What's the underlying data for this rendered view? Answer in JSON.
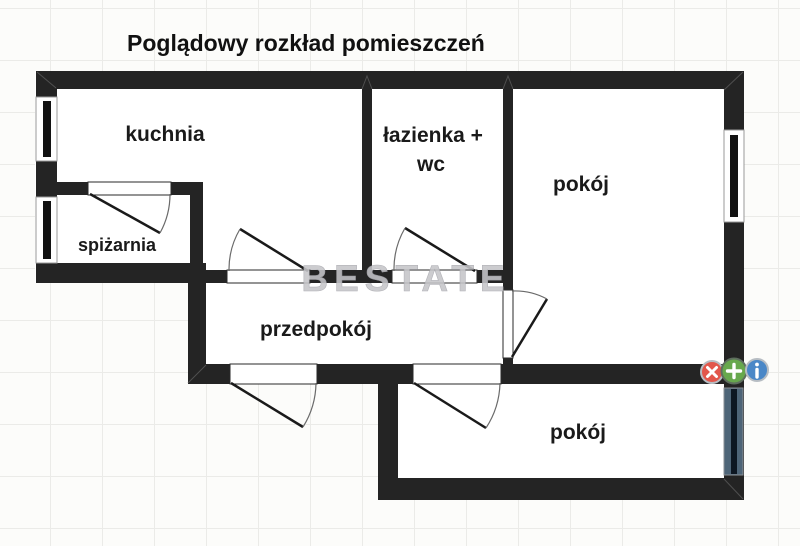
{
  "title": "Poglądowy rozkład pomieszczeń",
  "watermark": "BESTATE",
  "rooms": {
    "kitchen": {
      "label": "kuchnia"
    },
    "pantry": {
      "label": "spiżarnia"
    },
    "bathroom": {
      "label_line1": "łazienka +",
      "label_line2": "wc"
    },
    "room_top": {
      "label": "pokój"
    },
    "hallway": {
      "label": "przedpokój"
    },
    "room_bottom": {
      "label": "pokój"
    }
  },
  "overlay_icons": [
    {
      "name": "close-icon",
      "glyph": "✕",
      "color": "#e2574c",
      "ring": "#b7bdc3"
    },
    {
      "name": "add-icon",
      "glyph": "+",
      "color": "#67a84d",
      "ring": "#5e6e5e"
    },
    {
      "name": "info-icon",
      "glyph": "i",
      "color": "#4a87c7",
      "ring": "#b7bdc3"
    }
  ],
  "colors": {
    "wall": "#242424",
    "room_fill": "#ffffff",
    "watermark": "#c5c5c9",
    "window_bar": "#0d1722",
    "window_slate": "#4e6578",
    "door_leaf": "#1a1a1a",
    "door_arc": "#6a6a6a"
  }
}
